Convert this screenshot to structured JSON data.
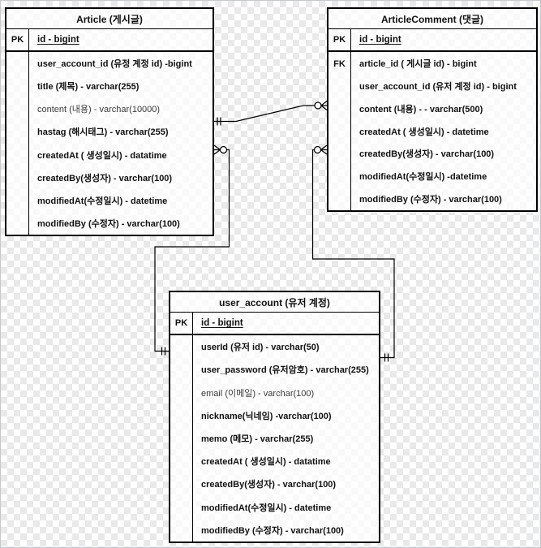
{
  "diagram": {
    "kind": "entity-relationship-diagram",
    "colors": {
      "line": "#000000",
      "entity_border": "#000000",
      "entity_fill": "rgba(255,255,255,0.74)",
      "background_checker": "#e9e9e9",
      "text": "#111111"
    },
    "tables": {
      "article": {
        "title": "Article (게시글)",
        "pk_label": "PK",
        "fk_label": "",
        "pk_field": "id - bigint",
        "rows": [
          {
            "key": "",
            "text": "user_account_id (유정 계정 id) -bigint"
          },
          {
            "key": "",
            "text": "title (제목) - varchar(255)"
          },
          {
            "key": "",
            "text": "content (내용) - varchar(10000)"
          },
          {
            "key": "",
            "text": "hastag (해시태그) - varchar(255)"
          },
          {
            "key": "",
            "text": "createdAt ( 생성일시) - datatime"
          },
          {
            "key": "",
            "text": "createdBy(생성자) - varchar(100)"
          },
          {
            "key": "",
            "text": "modifiedAt(수정일시) - datetime"
          },
          {
            "key": "",
            "text": "modifiedBy (수정자) - varchar(100)"
          }
        ]
      },
      "article_comment": {
        "title": "ArticleComment (댓글)",
        "pk_label": "PK",
        "fk_label": "FK",
        "pk_field": "id - bigint",
        "rows": [
          {
            "key": "FK",
            "text": "article_id ( 게시글 id) - bigint"
          },
          {
            "key": "",
            "text": "user_account_id (유저 계정 id) - bigint"
          },
          {
            "key": "",
            "text": "content (내용) - - varchar(500)"
          },
          {
            "key": "",
            "text": "createdAt ( 생성일시) - datetime"
          },
          {
            "key": "",
            "text": "createdBy(생성자) - varchar(100)"
          },
          {
            "key": "",
            "text": "modifiedAt(수정일시) -datetime"
          },
          {
            "key": "",
            "text": "modifiedBy (수정자) - varchar(100)"
          }
        ]
      },
      "user_account": {
        "title": "user_account (유저 계정)",
        "pk_label": "PK",
        "fk_label": "",
        "pk_field": "id - bigint",
        "rows": [
          {
            "key": "",
            "text": "userId (유저 id) - varchar(50)"
          },
          {
            "key": "",
            "text": "user_password (유저암호) - varchar(255)"
          },
          {
            "key": "",
            "text": "email (이메일) - varchar(100)"
          },
          {
            "key": "",
            "text": "nickname(닉네임) -varchar(100)"
          },
          {
            "key": "",
            "text": "memo (메모) - varchar(255)"
          },
          {
            "key": "",
            "text": "createdAt ( 생성일시) - datatime"
          },
          {
            "key": "",
            "text": "createdBy(생성자) - varchar(100)"
          },
          {
            "key": "",
            "text": "modifiedAt(수정일시) - datetime"
          },
          {
            "key": "",
            "text": "modifiedBy (수정자) - varchar(100)"
          }
        ]
      }
    },
    "relationships": [
      {
        "name": "article-articlecomment",
        "from": "Article",
        "from_cardinality": "exactly-one",
        "to": "ArticleComment",
        "to_cardinality": "zero-or-many",
        "notation": "crow-foot"
      },
      {
        "name": "user_account-article",
        "from": "user_account",
        "from_cardinality": "exactly-one",
        "to": "Article",
        "to_cardinality": "zero-or-many",
        "notation": "crow-foot"
      },
      {
        "name": "user_account-articlecomment",
        "from": "user_account",
        "from_cardinality": "exactly-one",
        "to": "ArticleComment",
        "to_cardinality": "zero-or-many",
        "notation": "crow-foot"
      }
    ]
  }
}
